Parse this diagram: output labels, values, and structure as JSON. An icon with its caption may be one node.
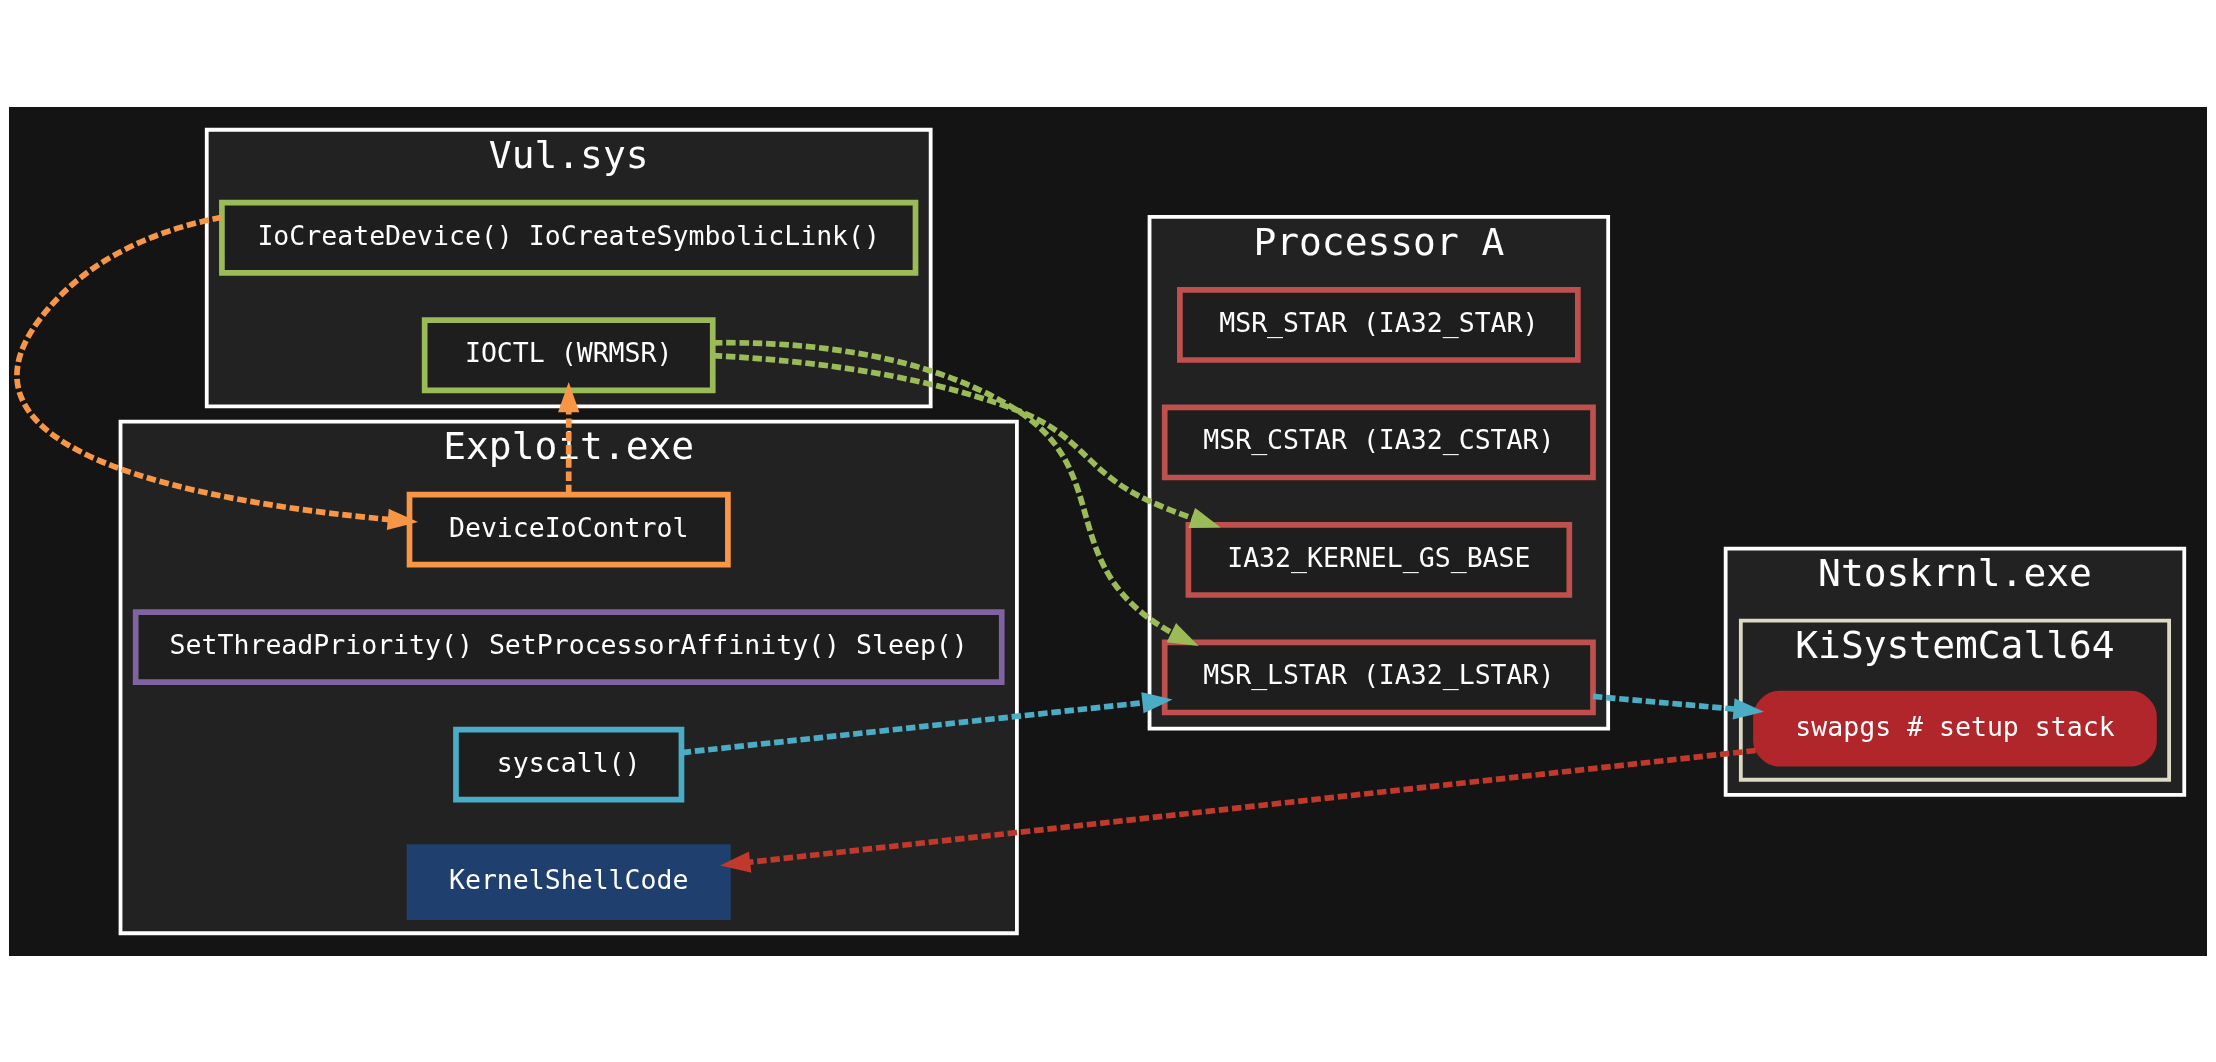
{
  "diagram": {
    "nodes": [
      {
        "text": [
          "Exploit.exe"
        ]
      },
      {
        "text": [
          "DeviceIoControl"
        ],
        "in": 0
      },
      {
        "text": [
          "SetThreadPriority() SetProcessorAffinity() Sleep()"
        ],
        "in": 0
      },
      {
        "text": [
          "syscall()"
        ],
        "in": 0
      },
      {
        "text": [
          "KernelShellCode"
        ],
        "in": 0
      },
      {
        "text": [
          "Vul.sys"
        ]
      },
      {
        "text": [
          "IoCreateDevice() IoCreateSymbolicLink()"
        ],
        "in": 5
      },
      {
        "text": [
          "IOCTL (WRMSR)"
        ],
        "in": 5
      },
      {
        "text": [
          "Ntoskrnl.exe"
        ]
      },
      {
        "text": [
          "KiSystemCall64"
        ],
        "in": 8
      },
      {
        "text": [
          "swapgs # setup stack"
        ],
        "in": 9
      },
      {
        "text": [
          "Processor A"
        ]
      },
      {
        "text": [
          "MSR_STAR (IA32_STAR)"
        ],
        "in": 11
      },
      {
        "text": [
          "MSR_CSTAR (IA32_CSTAR)"
        ],
        "in": 11
      },
      {
        "text": [
          "MSR_LSTAR (IA32_LSTAR)"
        ],
        "in": 11
      },
      {
        "text": [
          "IA32_KERNEL_GS_BASE"
        ],
        "in": 11
      }
    ],
    "edges": [
      {
        "from": 6,
        "to": 1,
        "arrow": "to",
        "style": "dashed",
        "color": "#f79646"
      },
      {
        "from": 1,
        "to": 7,
        "arrow": "to",
        "style": "dashed",
        "color": "#f79646"
      },
      {
        "from": 7,
        "to": 14,
        "arrow": "to",
        "style": "dashed",
        "color": "#9bbb59"
      },
      {
        "from": 7,
        "to": 15,
        "arrow": "to",
        "style": "dashed",
        "color": "#9bbb59"
      },
      {
        "from": 3,
        "to": 14,
        "arrow": "to",
        "style": "dashed",
        "color": "#4bacc6"
      },
      {
        "from": 14,
        "to": 10,
        "arrow": "to",
        "style": "dashed",
        "color": "#4bacc6"
      },
      {
        "from": 10,
        "to": 4,
        "arrow": "to",
        "style": "dashed",
        "color": "#c0392b"
      }
    ]
  }
}
